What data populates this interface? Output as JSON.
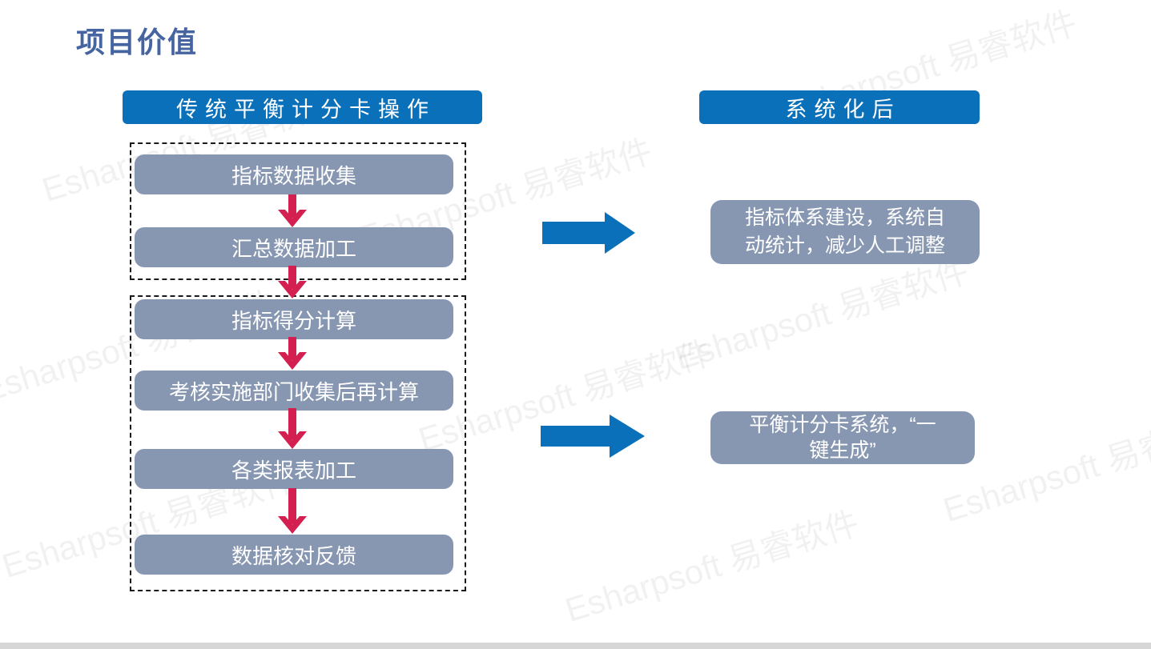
{
  "page_title": "项目价值",
  "watermark": {
    "text": "Esharpsoft 易睿软件"
  },
  "colors": {
    "accent-blue": "#0B70BA",
    "box-gray": "#8797B1",
    "arrow-red": "#D42050",
    "title-blue": "#46649F"
  },
  "left_column": {
    "header": "传统平衡计分卡操作",
    "group1_steps": [
      "指标数据收集",
      "汇总数据加工"
    ],
    "group2_steps": [
      "指标得分计算",
      "考核实施部门收集后再计算",
      "各类报表加工",
      "数据核对反馈"
    ]
  },
  "right_column": {
    "header": "系统化后",
    "result1_lines": [
      "指标体系建设，系统自",
      "动统计，减少人工调整"
    ],
    "result2_lines": [
      "平衡计分卡系统，“一",
      "键生成”"
    ]
  }
}
